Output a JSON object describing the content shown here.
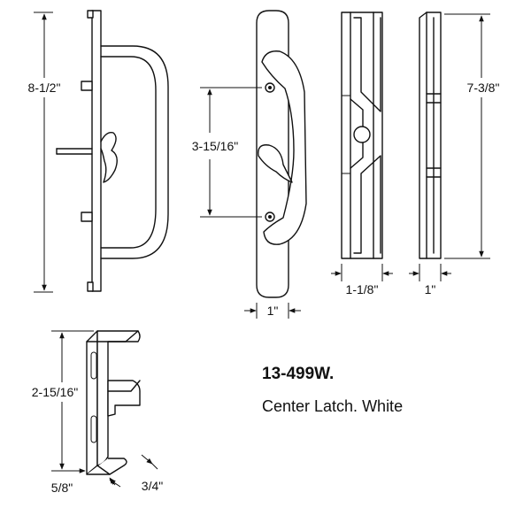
{
  "product": {
    "part_number": "13-499W.",
    "description": "Center Latch. White"
  },
  "dimensions": {
    "handle_height": "8-1/2\"",
    "screw_spacing": "3-15/16\"",
    "plate_width": "1\"",
    "latch_width": "1-1/8\"",
    "plate_depth": "1\"",
    "plate_height": "7-3/8\"",
    "keeper_height": "2-15/16\"",
    "keeper_width": "5/8\"",
    "keeper_depth": "3/4\""
  }
}
